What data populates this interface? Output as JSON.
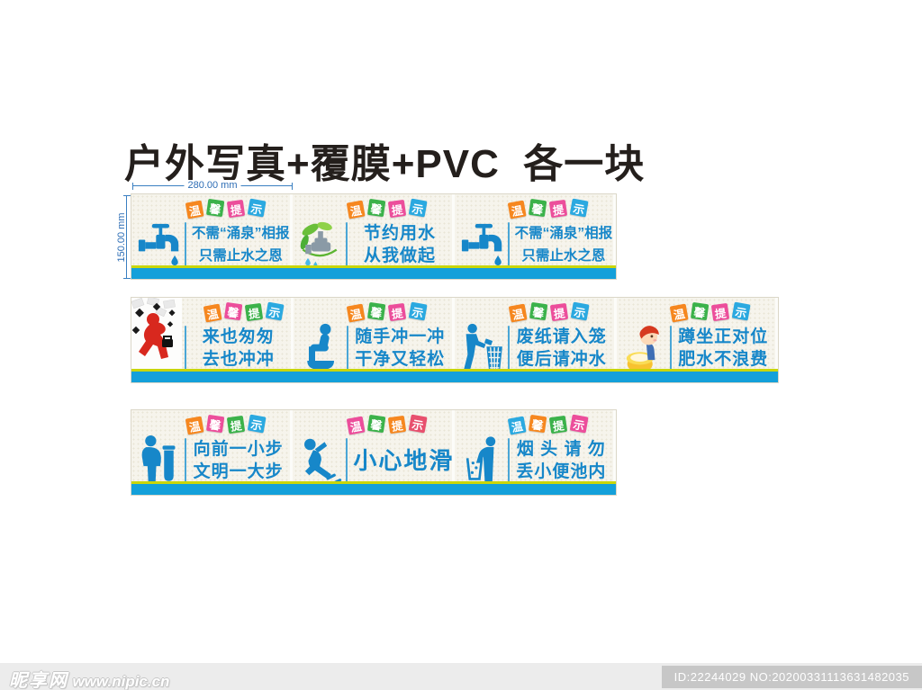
{
  "title": "户外写真+覆膜+PVC  各一块",
  "dimensions": {
    "width_label": "280.00 mm",
    "height_label": "150.00 mm"
  },
  "badge_chars": [
    "温",
    "馨",
    "提",
    "示"
  ],
  "colors": {
    "slogan_blue": "#1787c9",
    "bar_blue": "#14a0da",
    "bar_yellow": "#c9d60a",
    "dimension_blue": "#3a7fc1",
    "badge_orange": "#f6871f",
    "badge_green": "#3bb24a",
    "badge_magenta": "#ec4e9b",
    "badge_blue": "#2ba9e0"
  },
  "rows": [
    {
      "panels": [
        {
          "icon": "faucet-icon",
          "badge_colors": [
            "#f6871f",
            "#3bb24a",
            "#ec4e9b",
            "#2ba9e0"
          ],
          "line1": "不需“涌泉”相报",
          "line2": "只需止水之恩"
        },
        {
          "icon": "eco-faucet-leaves-image",
          "badge_colors": [
            "#f6871f",
            "#3bb24a",
            "#ec4e9b",
            "#2ba9e0"
          ],
          "line1": "节约用水",
          "line2": "从我做起"
        },
        {
          "icon": "faucet-icon",
          "badge_colors": [
            "#f6871f",
            "#3bb24a",
            "#ec4e9b",
            "#2ba9e0"
          ],
          "line1": "不需“涌泉”相报",
          "line2": "只需止水之恩"
        }
      ]
    },
    {
      "panels": [
        {
          "icon": "running-man-3d-image",
          "badge_colors": [
            "#f6871f",
            "#ec4e9b",
            "#3bb24a",
            "#2ba9e0"
          ],
          "line1": "来也匆匆",
          "line2": "去也冲冲"
        },
        {
          "icon": "person-on-toilet-icon",
          "badge_colors": [
            "#f6871f",
            "#3bb24a",
            "#ec4e9b",
            "#2ba9e0"
          ],
          "line1": "随手冲一冲",
          "line2": "干净又轻松"
        },
        {
          "icon": "throw-paper-in-basket-icon",
          "badge_colors": [
            "#f6871f",
            "#3bb24a",
            "#ec4e9b",
            "#2ba9e0"
          ],
          "line1": "废纸请入笼",
          "line2": "便后请冲水"
        },
        {
          "icon": "cartoon-boy-on-toilet-image",
          "badge_colors": [
            "#f6871f",
            "#3bb24a",
            "#ec4e9b",
            "#2ba9e0"
          ],
          "line1": "蹲坐正对位",
          "line2": "肥水不浪费"
        }
      ]
    },
    {
      "panels": [
        {
          "icon": "man-at-urinal-icon",
          "badge_colors": [
            "#f6871f",
            "#ec4e9b",
            "#3bb24a",
            "#2ba9e0"
          ],
          "line1": "向前一小步",
          "line2": "文明一大步"
        },
        {
          "icon": "slipping-person-icon",
          "badge_colors": [
            "#ec4e9b",
            "#3bb24a",
            "#f6871f",
            "#e8506e"
          ],
          "line1": "小心地滑",
          "line2": ""
        },
        {
          "icon": "drop-cigarette-in-urinal-icon",
          "badge_colors": [
            "#2ba9e0",
            "#f6871f",
            "#3bb24a",
            "#ec4e9b"
          ],
          "line1": "烟 头 请 勿",
          "line2": "丢小便池内"
        }
      ]
    }
  ],
  "watermark": {
    "site_name": "昵享网",
    "site_url": "www.nipic.cn",
    "id_text": "ID:22244029 NO:20200331113631482035"
  }
}
